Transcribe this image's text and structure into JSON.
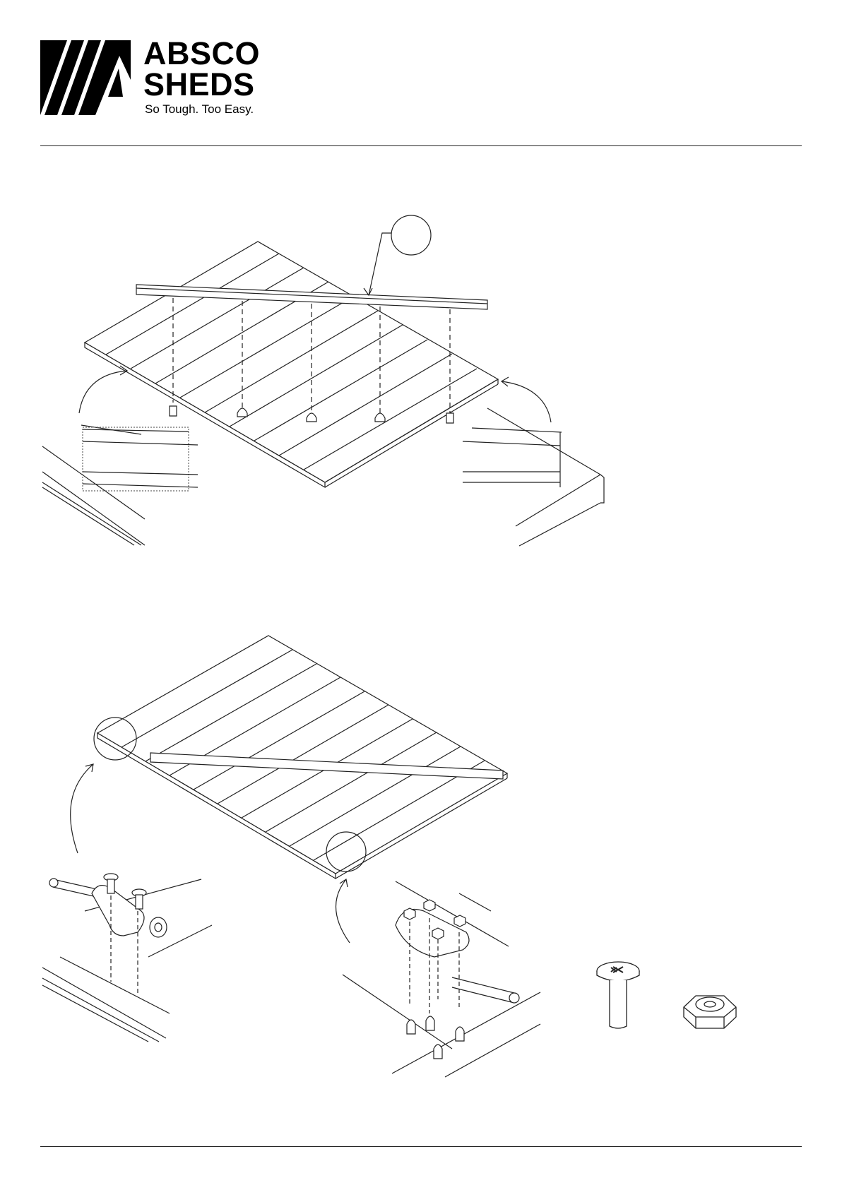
{
  "header": {
    "brand_line1": "ABSCO",
    "brand_line2": "SHEDS",
    "tagline": "So Tough. Too Easy."
  },
  "figures": [
    {
      "name": "step-upper",
      "callout_label": ""
    },
    {
      "name": "step-lower"
    }
  ],
  "hardware": [
    {
      "icon": "bolt-icon"
    },
    {
      "icon": "nylon-lock-nut-icon"
    }
  ],
  "colors": {
    "ink": "#111111",
    "background": "#ffffff"
  }
}
